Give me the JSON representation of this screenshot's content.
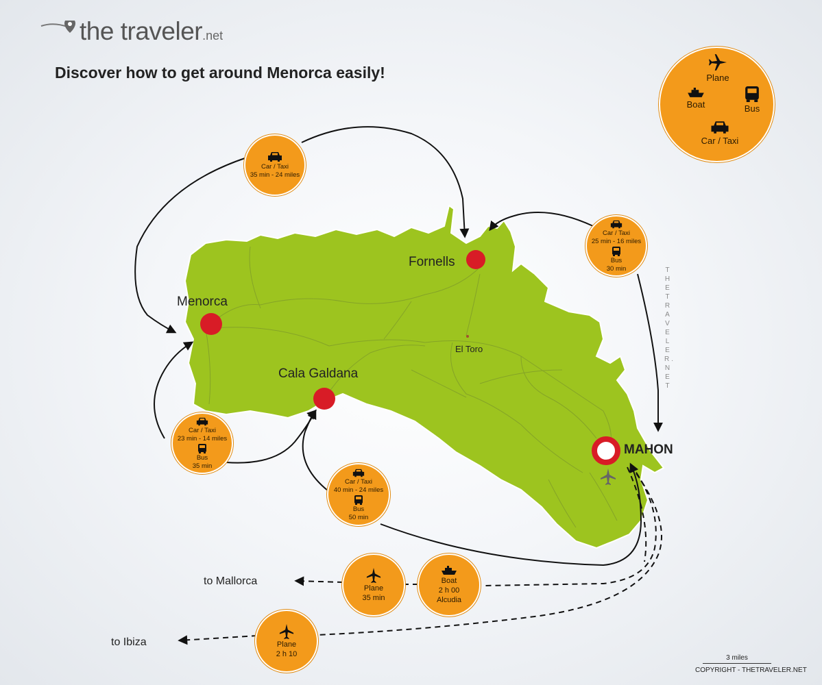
{
  "brand": {
    "name": "the traveler",
    "suffix": ".net"
  },
  "headline": "Discover how to get around Menorca easily!",
  "legend": {
    "plane": "Plane",
    "boat": "Boat",
    "bus": "Bus",
    "car": "Car / Taxi"
  },
  "places": {
    "menorca": "Menorca",
    "fornells": "Fornells",
    "cala_galdana": "Cala Galdana",
    "el_toro": "El Toro",
    "mahon": "MAHON"
  },
  "destinations": {
    "mallorca": "to Mallorca",
    "ibiza": "to Ibiza"
  },
  "routes": {
    "menorca_fornells": {
      "mode": "Car / Taxi",
      "detail": "35 min - 24 miles"
    },
    "mahon_fornells": {
      "car": "Car / Taxi",
      "car_detail": "25 min - 16 miles",
      "bus": "Bus",
      "bus_detail": "30 min"
    },
    "cala_menorca": {
      "car": "Car / Taxi",
      "car_detail": "23 min - 14 miles",
      "bus": "Bus",
      "bus_detail": "35 min"
    },
    "mahon_cala": {
      "car": "Car / Taxi",
      "car_detail": "40 min - 24 miles",
      "bus": "Bus",
      "bus_detail": "50 min"
    },
    "plane_mallorca": {
      "mode": "Plane",
      "detail": "35 min"
    },
    "boat_mallorca": {
      "mode": "Boat",
      "detail": "2 h 00",
      "port": "Alcudia"
    },
    "plane_ibiza": {
      "mode": "Plane",
      "detail": "2 h 10"
    }
  },
  "watermark": "THETRAVELER.NET",
  "scale": "3 miles",
  "copyright": "COPYRIGHT - THETRAVELER.NET",
  "colors": {
    "island": "#9dc41f",
    "bubble": "#f39a1b",
    "city": "#d81c26"
  }
}
